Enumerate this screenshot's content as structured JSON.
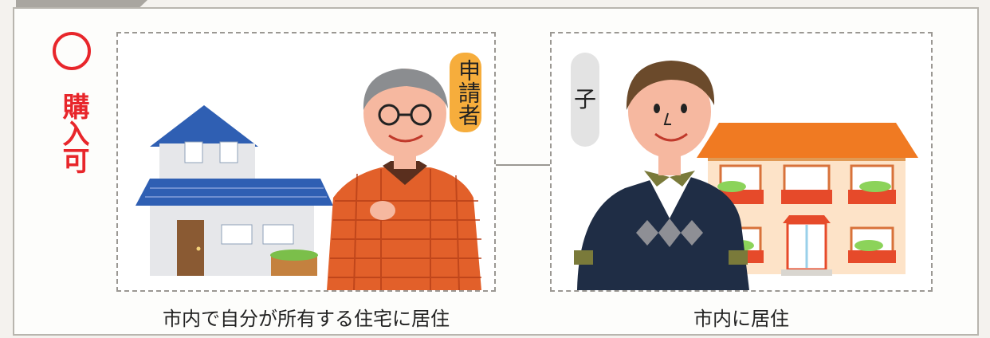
{
  "status": {
    "label": "購入可",
    "mark": "circle-ok-icon",
    "color": "#e8262b"
  },
  "applicant_panel": {
    "badge": "申請者",
    "caption": "市内で自分が所有する住宅に居住"
  },
  "child_panel": {
    "badge": "子",
    "caption": "市内に居住"
  },
  "colors": {
    "badge_applicant": "#f6ad3c",
    "badge_child": "#e3e3e3",
    "roof_blue": "#2f5fb3",
    "roof_orange": "#f07a22",
    "shirt_check": "#e2602a",
    "sweater_navy": "#1f2d45"
  }
}
